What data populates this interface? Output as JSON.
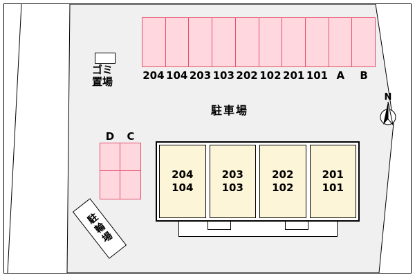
{
  "site": {
    "area_label": "駐車場",
    "garbage_shed_label": "ゴミ\n置場",
    "bicycle_parking_label": "駐輪場",
    "compass_north_label": "N"
  },
  "top_parking_row": {
    "stall_labels": [
      "204",
      "104",
      "203",
      "103",
      "202",
      "102",
      "201",
      "101",
      "A",
      "B"
    ]
  },
  "side_parking": {
    "stall_labels": [
      "D",
      "C"
    ]
  },
  "building": {
    "units": [
      "204\n104",
      "203\n103",
      "202\n102",
      "201\n101"
    ]
  },
  "colors": {
    "stall_fill": "#ffd7de",
    "stall_border": "#e5506b",
    "unit_fill": "#fdf5d7",
    "site_fill": "#f0f0f0",
    "outline": "#000000"
  }
}
